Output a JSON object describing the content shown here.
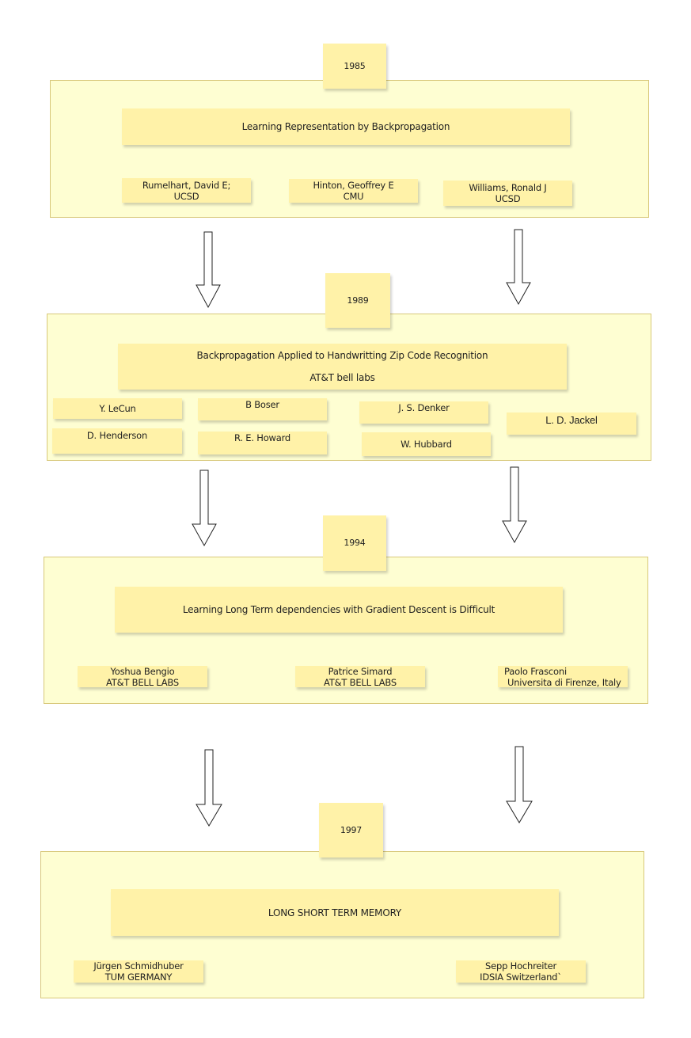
{
  "stages": [
    {
      "year": "1985",
      "title_lines": [
        "Learning Representation by Backpropagation"
      ],
      "authors": [
        {
          "name": "Rumelhart, David E;",
          "affiliation": "UCSD"
        },
        {
          "name": "Hinton, Geoffrey E",
          "affiliation": "CMU"
        },
        {
          "name": "Williams, Ronald J",
          "affiliation": "UCSD"
        }
      ]
    },
    {
      "year": "1989",
      "title_lines": [
        "Backpropagation Applied to Handwritting Zip Code Recognition",
        "AT&T bell labs"
      ],
      "authors": [
        {
          "name": "Y. LeCun"
        },
        {
          "name": "B Boser"
        },
        {
          "name": "J. S. Denker"
        },
        {
          "name": "L. D. Jackel"
        },
        {
          "name": "D. Henderson"
        },
        {
          "name": "R. E. Howard"
        },
        {
          "name": "W. Hubbard"
        }
      ]
    },
    {
      "year": "1994",
      "title_lines": [
        "Learning Long Term dependencies with Gradient Descent is Difficult"
      ],
      "authors": [
        {
          "name": "Yoshua Bengio",
          "affiliation": "AT&T BELL LABS"
        },
        {
          "name": "Patrice Simard",
          "affiliation": "AT&T BELL LABS"
        },
        {
          "name": "Paolo Frasconi",
          "affiliation": "Universita di Firenze, Italy"
        }
      ]
    },
    {
      "year": "1997",
      "title_lines": [
        "LONG SHORT TERM MEMORY"
      ],
      "authors": [
        {
          "name": "Jürgen Schmidhuber",
          "affiliation": "TUM GERMANY"
        },
        {
          "name": "Sepp Hochreiter",
          "affiliation": "IDSIA Switzerland`"
        }
      ]
    }
  ],
  "colors": {
    "panel_fill": "#fefed2",
    "panel_border": "#d8c87a",
    "note_fill": "#fff2a8",
    "arrow_stroke": "#222222"
  }
}
